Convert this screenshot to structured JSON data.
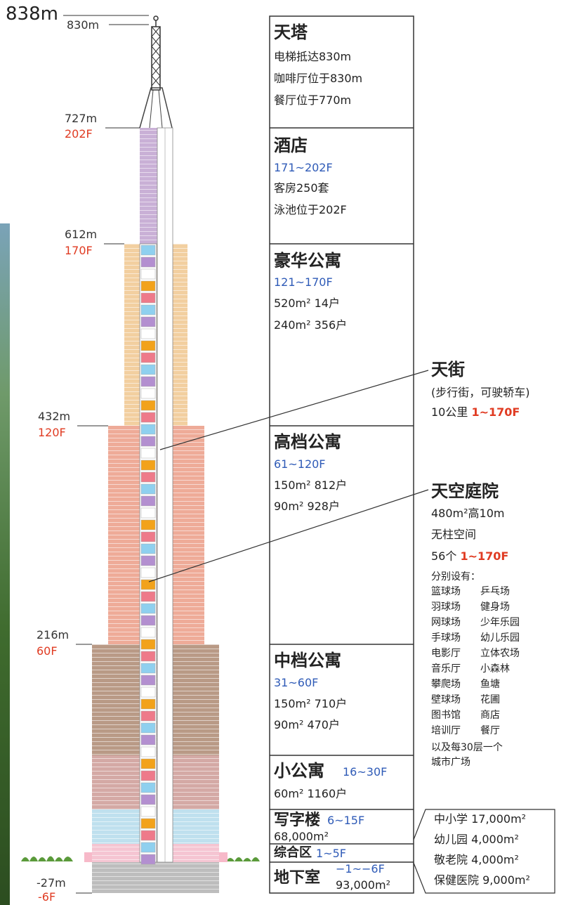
{
  "top_height": {
    "label": "838m"
  },
  "levels": [
    {
      "m": "830m",
      "f": ""
    },
    {
      "m": "727m",
      "f": "202F"
    },
    {
      "m": "612m",
      "f": "170F"
    },
    {
      "m": "432m",
      "f": "120F"
    },
    {
      "m": "216m",
      "f": "60F"
    },
    {
      "m": "-27m",
      "f": "-6F"
    }
  ],
  "zones": [
    {
      "title": "天塔",
      "range": "",
      "lines": [
        "电梯抵达830m",
        "咖啡厅位于830m",
        "餐厅位于770m"
      ]
    },
    {
      "title": "酒店",
      "range": "171~202F",
      "lines": [
        "客房250套",
        "泳池位于202F"
      ]
    },
    {
      "title": "豪华公寓",
      "range": "121~170F",
      "lines": [
        "520m² 14户",
        "240m² 356户"
      ]
    },
    {
      "title": "高档公寓",
      "range": "61~120F",
      "lines": [
        "150m² 812户",
        "90m² 928户"
      ]
    },
    {
      "title": "中档公寓",
      "range": "31~60F",
      "lines": [
        "150m² 710户",
        "90m² 470户"
      ]
    },
    {
      "title": "小公寓",
      "range": "16~30F",
      "lines": [
        "60m² 1160户"
      ]
    },
    {
      "title": "写字楼",
      "range": "6~15F",
      "lines": [
        "68,000m²"
      ]
    },
    {
      "title": "综合区",
      "range": "1~5F",
      "lines": []
    },
    {
      "title": "地下室",
      "range": "−1~−6F",
      "lines": [
        "93,000m²"
      ]
    }
  ],
  "sky_street": {
    "title": "天街",
    "desc": "(步行街，可驶轿车)",
    "length": "10公里",
    "range": "1~170F"
  },
  "sky_courtyard": {
    "title": "天空庭院",
    "spec": "480m²高10m",
    "note": "无柱空间",
    "count": "56个",
    "range": "1~170F",
    "facilities_label": "分别设有：",
    "facilities": [
      "篮球场",
      "乒乓场",
      "羽球场",
      "健身场",
      "网球场",
      "少年乐园",
      "手球场",
      "幼儿乐园",
      "电影厅",
      "立体农场",
      "音乐厅",
      "小森林",
      "攀爬场",
      "鱼塘",
      "壁球场",
      "花圃",
      "图书馆",
      "商店",
      "培训厅",
      "餐厅"
    ],
    "footer1": "以及每30层一个",
    "footer2": "城市广场"
  },
  "public_services": [
    "中小学 17,000m²",
    "幼儿园 4,000m²",
    "敬老院 4,000m²",
    "保健医院 9,000m²"
  ],
  "colors": {
    "tower_purple": "#c9b0d6",
    "luxury": "#f2cfa0",
    "highend": "#eeab98",
    "midrange": "#b99a86",
    "small_apartments": "#d4a9a5",
    "office": "#bfe0ee",
    "mixed": "#f5c5d2",
    "basement": "#bdbdbd",
    "red": "#e03b22",
    "blue": "#2f5bb7"
  }
}
